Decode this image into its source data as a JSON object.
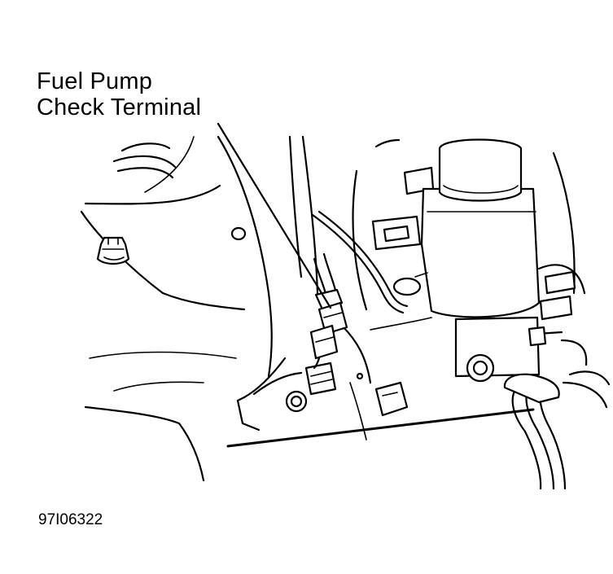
{
  "callout": {
    "line1": "Fuel Pump",
    "line2": "Check Terminal"
  },
  "figure_id": "97I06322",
  "colors": {
    "ink": "#000000",
    "paper": "#ffffff"
  }
}
